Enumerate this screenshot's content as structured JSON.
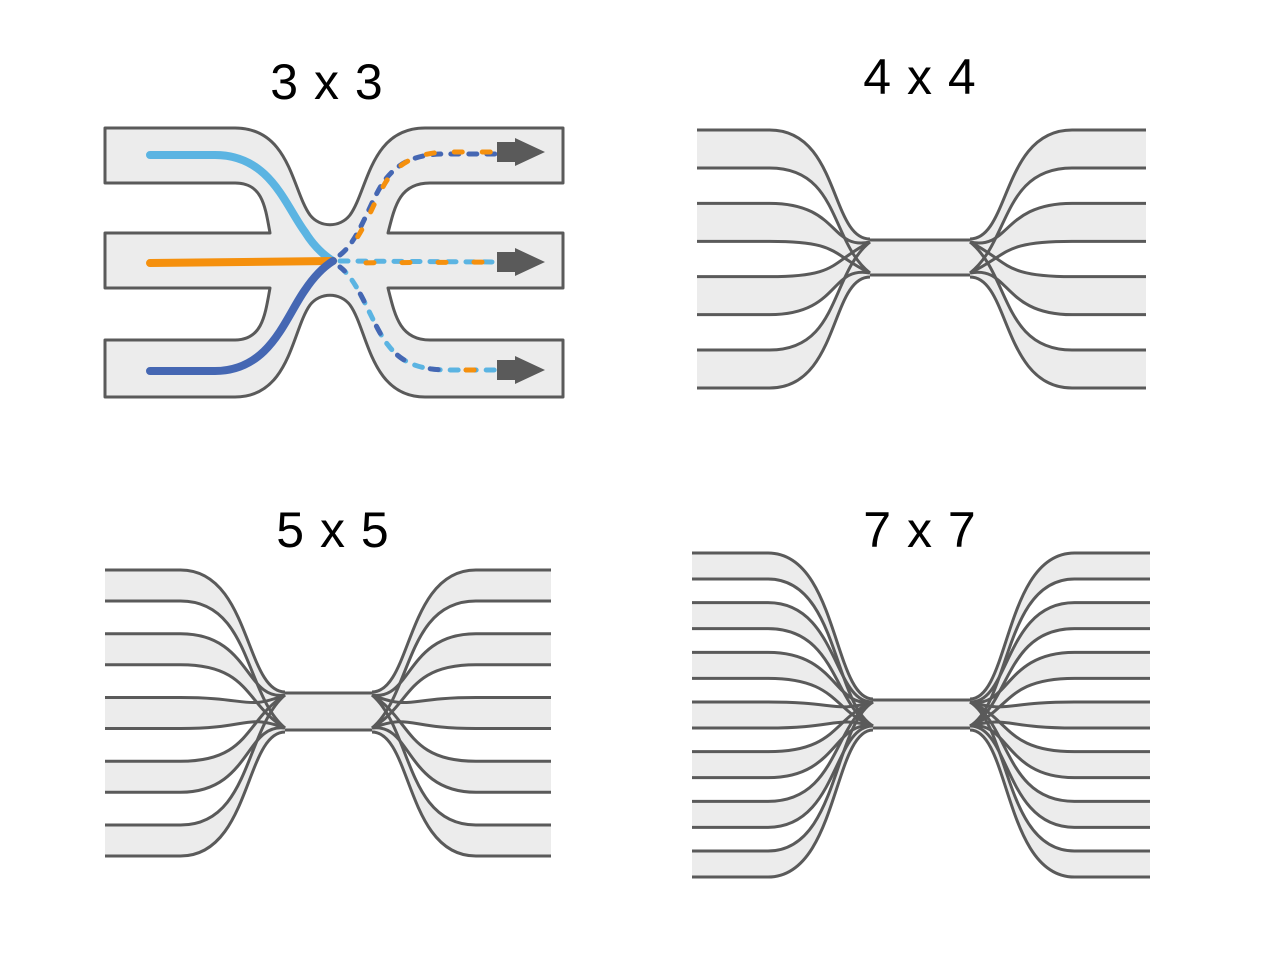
{
  "diagrams": [
    {
      "label": "3 x 3",
      "ports": 3
    },
    {
      "label": "4 x 4",
      "ports": 4
    },
    {
      "label": "5 x 5",
      "ports": 5
    },
    {
      "label": "7 x 7",
      "ports": 7
    }
  ],
  "colors": {
    "waveguide_fill": "#ececec",
    "waveguide_stroke": "#5a5a5a",
    "light_blue": "#5bb4e2",
    "orange": "#f5900d",
    "dark_blue": "#4567b3",
    "arrow": "#5a5a5a"
  }
}
